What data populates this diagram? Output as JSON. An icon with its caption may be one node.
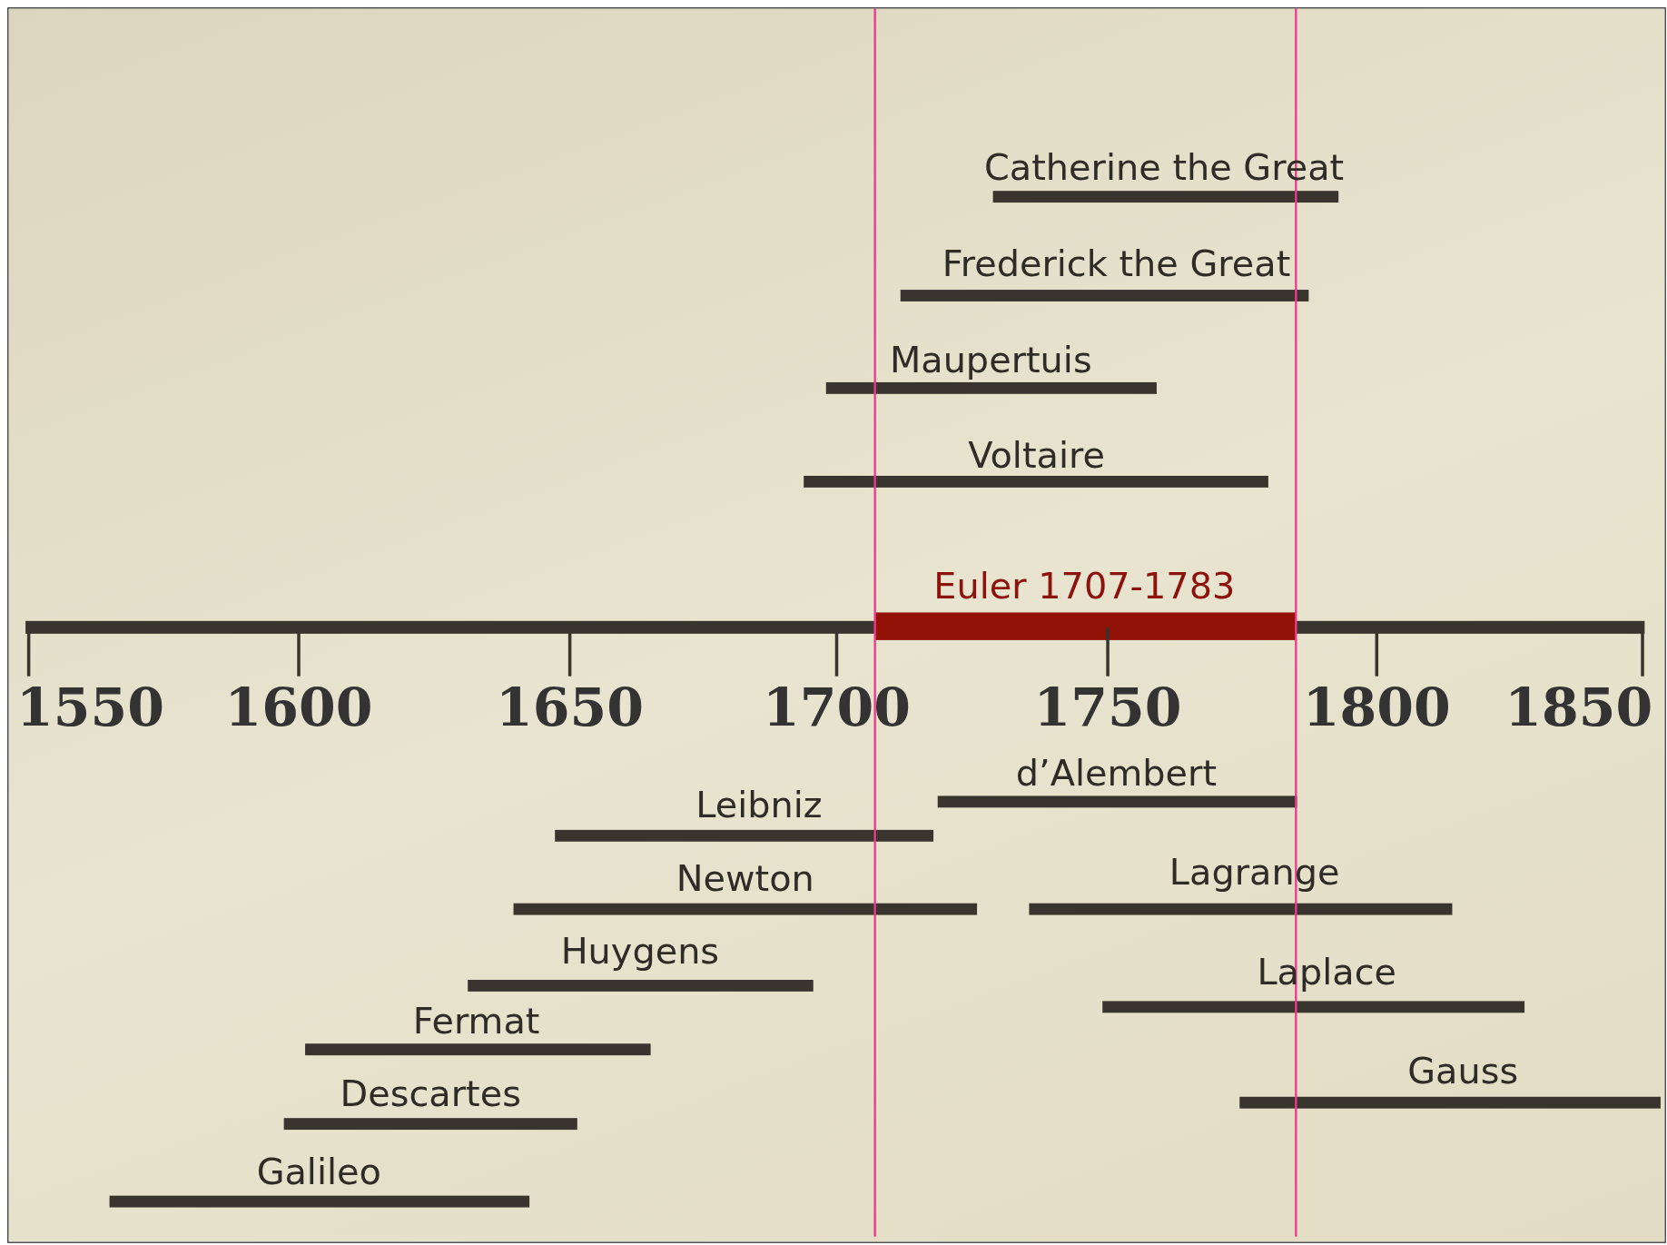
{
  "diagram": {
    "labels": [
      "Catherine the Great",
      "Frederick the Great",
      "Maupertuis",
      "Voltaire",
      "Euler 1707-1783",
      "1550",
      "1600",
      "1650",
      "1700",
      "1750",
      "1800",
      "1850",
      "d’Alembert",
      "Leibniz",
      "Newton",
      "Lagrange",
      "Huygens",
      "Laplace",
      "Fermat",
      "Gauss",
      "Descartes",
      "Galileo"
    ]
  }
}
